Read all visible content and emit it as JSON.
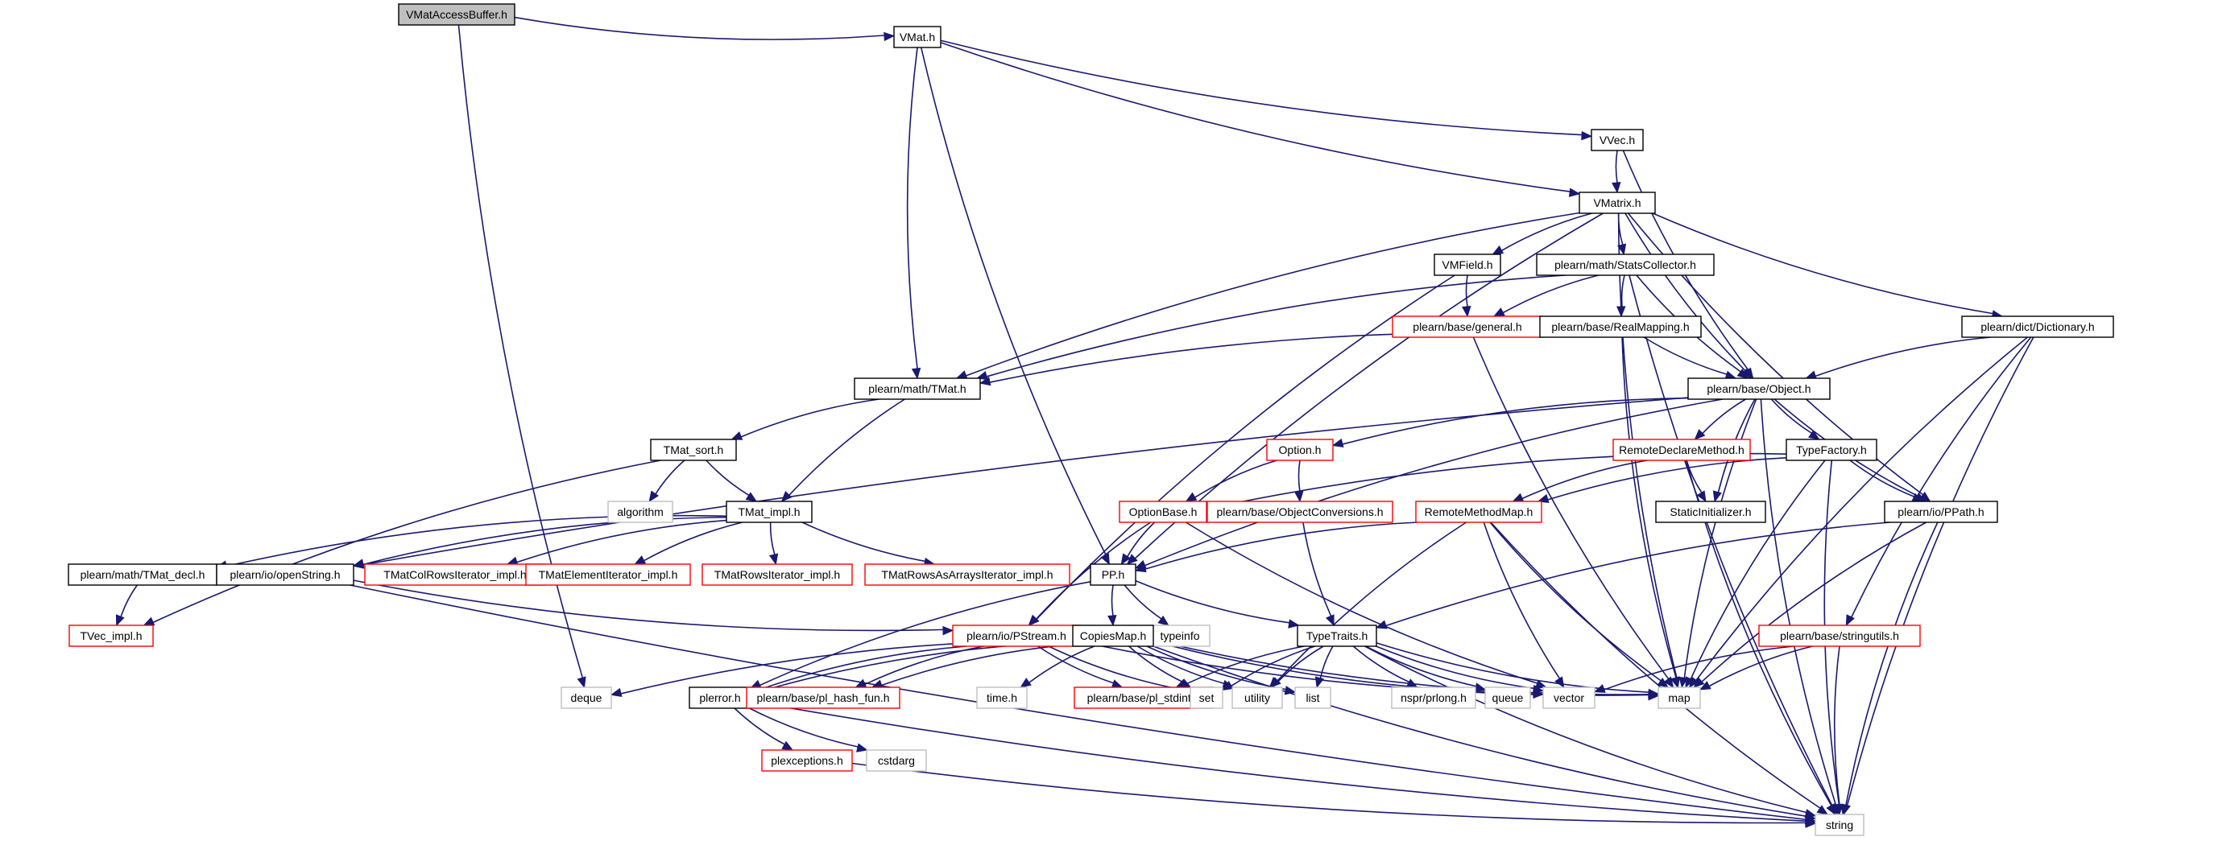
{
  "colors": {
    "edge": "#191970",
    "normal_border": "#000000",
    "missing_border": "#ff0000",
    "external_border": "#bfbfbf",
    "root_fill": "#bfbfbf",
    "fill": "#ffffff"
  },
  "nodes": [
    {
      "id": "vmataccessbuffer",
      "label": "VMatAccessBuffer.h",
      "kind": "root"
    },
    {
      "id": "vmat",
      "label": "VMat.h",
      "kind": "normal"
    },
    {
      "id": "vvec",
      "label": "VVec.h",
      "kind": "normal"
    },
    {
      "id": "vmatrix",
      "label": "VMatrix.h",
      "kind": "normal"
    },
    {
      "id": "vmfield",
      "label": "VMField.h",
      "kind": "normal"
    },
    {
      "id": "statscollector",
      "label": "plearn/math/StatsCollector.h",
      "kind": "normal"
    },
    {
      "id": "general",
      "label": "plearn/base/general.h",
      "kind": "missing"
    },
    {
      "id": "realmapping",
      "label": "plearn/base/RealMapping.h",
      "kind": "normal"
    },
    {
      "id": "dictionary",
      "label": "plearn/dict/Dictionary.h",
      "kind": "normal"
    },
    {
      "id": "tmat",
      "label": "plearn/math/TMat.h",
      "kind": "normal"
    },
    {
      "id": "object",
      "label": "plearn/base/Object.h",
      "kind": "normal"
    },
    {
      "id": "tmatsort",
      "label": "TMat_sort.h",
      "kind": "normal"
    },
    {
      "id": "algorithm",
      "label": "algorithm",
      "kind": "external"
    },
    {
      "id": "option",
      "label": "Option.h",
      "kind": "missing"
    },
    {
      "id": "remotedeclaremethod",
      "label": "RemoteDeclareMethod.h",
      "kind": "missing"
    },
    {
      "id": "typefactory",
      "label": "TypeFactory.h",
      "kind": "normal"
    },
    {
      "id": "staticinitializer",
      "label": "StaticInitializer.h",
      "kind": "normal"
    },
    {
      "id": "tmatimpl",
      "label": "TMat_impl.h",
      "kind": "normal"
    },
    {
      "id": "optionbase",
      "label": "OptionBase.h",
      "kind": "missing"
    },
    {
      "id": "objectconversions",
      "label": "plearn/base/ObjectConversions.h",
      "kind": "missing"
    },
    {
      "id": "remotemethodmap",
      "label": "RemoteMethodMap.h",
      "kind": "missing"
    },
    {
      "id": "ppath",
      "label": "plearn/io/PPath.h",
      "kind": "normal"
    },
    {
      "id": "tmatdecl",
      "label": "plearn/math/TMat_decl.h",
      "kind": "normal"
    },
    {
      "id": "openstring",
      "label": "plearn/io/openString.h",
      "kind": "normal"
    },
    {
      "id": "tmatcolrows",
      "label": "TMatColRowsIterator_impl.h",
      "kind": "missing"
    },
    {
      "id": "tmatelement",
      "label": "TMatElementIterator_impl.h",
      "kind": "missing"
    },
    {
      "id": "tmatrows",
      "label": "TMatRowsIterator_impl.h",
      "kind": "missing"
    },
    {
      "id": "tmatrowsasarrays",
      "label": "TMatRowsAsArraysIterator_impl.h",
      "kind": "missing"
    },
    {
      "id": "pp",
      "label": "PP.h",
      "kind": "normal"
    },
    {
      "id": "typeinfo",
      "label": "typeinfo",
      "kind": "external"
    },
    {
      "id": "tvecimpl",
      "label": "TVec_impl.h",
      "kind": "missing"
    },
    {
      "id": "pstream",
      "label": "plearn/io/PStream.h",
      "kind": "missing"
    },
    {
      "id": "copiesmap",
      "label": "CopiesMap.h",
      "kind": "normal"
    },
    {
      "id": "typetraits",
      "label": "TypeTraits.h",
      "kind": "normal"
    },
    {
      "id": "stringutils",
      "label": "plearn/base/stringutils.h",
      "kind": "missing"
    },
    {
      "id": "deque",
      "label": "deque",
      "kind": "external"
    },
    {
      "id": "plerror",
      "label": "plerror.h",
      "kind": "normal"
    },
    {
      "id": "plhashfun",
      "label": "plearn/base/pl_hash_fun.h",
      "kind": "missing"
    },
    {
      "id": "timeh",
      "label": "time.h",
      "kind": "external"
    },
    {
      "id": "plstdint",
      "label": "plearn/base/pl_stdint.h",
      "kind": "missing"
    },
    {
      "id": "set",
      "label": "set",
      "kind": "external"
    },
    {
      "id": "utility",
      "label": "utility",
      "kind": "external"
    },
    {
      "id": "list",
      "label": "list",
      "kind": "external"
    },
    {
      "id": "prlong",
      "label": "nspr/prlong.h",
      "kind": "external"
    },
    {
      "id": "queue",
      "label": "queue",
      "kind": "external"
    },
    {
      "id": "vector",
      "label": "vector",
      "kind": "external"
    },
    {
      "id": "map",
      "label": "map",
      "kind": "external"
    },
    {
      "id": "plexceptions",
      "label": "plexceptions.h",
      "kind": "missing"
    },
    {
      "id": "cstdarg",
      "label": "cstdarg",
      "kind": "external"
    },
    {
      "id": "string",
      "label": "string",
      "kind": "external"
    }
  ],
  "edges": [
    [
      "vmataccessbuffer",
      "vmat"
    ],
    [
      "vmataccessbuffer",
      "deque"
    ],
    [
      "vmat",
      "vvec"
    ],
    [
      "vmat",
      "vmatrix"
    ],
    [
      "vmat",
      "tmat"
    ],
    [
      "vmat",
      "pp"
    ],
    [
      "vvec",
      "vmatrix"
    ],
    [
      "vvec",
      "object"
    ],
    [
      "vmatrix",
      "vmfield"
    ],
    [
      "vmatrix",
      "statscollector"
    ],
    [
      "vmatrix",
      "dictionary"
    ],
    [
      "vmatrix",
      "object"
    ],
    [
      "vmatrix",
      "tmat"
    ],
    [
      "vmatrix",
      "pp"
    ],
    [
      "vmatrix",
      "ppath"
    ],
    [
      "vmatrix",
      "map"
    ],
    [
      "vmfield",
      "general"
    ],
    [
      "vmfield",
      "pstream"
    ],
    [
      "statscollector",
      "general"
    ],
    [
      "statscollector",
      "realmapping"
    ],
    [
      "statscollector",
      "object"
    ],
    [
      "statscollector",
      "tmat"
    ],
    [
      "statscollector",
      "string"
    ],
    [
      "general",
      "map"
    ],
    [
      "realmapping",
      "object"
    ],
    [
      "realmapping",
      "tmat"
    ],
    [
      "realmapping",
      "map"
    ],
    [
      "dictionary",
      "object"
    ],
    [
      "dictionary",
      "stringutils"
    ],
    [
      "dictionary",
      "map"
    ],
    [
      "dictionary",
      "string"
    ],
    [
      "tmat",
      "tmatsort"
    ],
    [
      "tmat",
      "tmatimpl"
    ],
    [
      "object",
      "option"
    ],
    [
      "object",
      "remotedeclaremethod"
    ],
    [
      "object",
      "typefactory"
    ],
    [
      "object",
      "staticinitializer"
    ],
    [
      "object",
      "ppath"
    ],
    [
      "object",
      "pp"
    ],
    [
      "object",
      "openstring"
    ],
    [
      "object",
      "map"
    ],
    [
      "object",
      "string"
    ],
    [
      "tmatsort",
      "algorithm"
    ],
    [
      "tmatsort",
      "tmatimpl"
    ],
    [
      "tmatsort",
      "tvecimpl"
    ],
    [
      "option",
      "optionbase"
    ],
    [
      "option",
      "objectconversions"
    ],
    [
      "remotedeclaremethod",
      "staticinitializer"
    ],
    [
      "remotedeclaremethod",
      "remotemethodmap"
    ],
    [
      "remotedeclaremethod",
      "string"
    ],
    [
      "typefactory",
      "optionbase"
    ],
    [
      "typefactory",
      "remotemethodmap"
    ],
    [
      "typefactory",
      "ppath"
    ],
    [
      "typefactory",
      "map"
    ],
    [
      "typefactory",
      "string"
    ],
    [
      "tmatimpl",
      "tmatdecl"
    ],
    [
      "tmatimpl",
      "openstring"
    ],
    [
      "tmatimpl",
      "tmatcolrows"
    ],
    [
      "tmatimpl",
      "tmatelement"
    ],
    [
      "tmatimpl",
      "tmatrows"
    ],
    [
      "tmatimpl",
      "tmatrowsasarrays"
    ],
    [
      "optionbase",
      "pp"
    ],
    [
      "optionbase",
      "pstream"
    ],
    [
      "optionbase",
      "vector"
    ],
    [
      "objectconversions",
      "typetraits"
    ],
    [
      "remotemethodmap",
      "pp"
    ],
    [
      "remotemethodmap",
      "map"
    ],
    [
      "remotemethodmap",
      "vector"
    ],
    [
      "remotemethodmap",
      "utility"
    ],
    [
      "remotemethodmap",
      "string"
    ],
    [
      "ppath",
      "typetraits"
    ],
    [
      "ppath",
      "map"
    ],
    [
      "ppath",
      "string"
    ],
    [
      "tmatdecl",
      "tvecimpl"
    ],
    [
      "openstring",
      "pstream"
    ],
    [
      "openstring",
      "string"
    ],
    [
      "pp",
      "copiesmap"
    ],
    [
      "pp",
      "typeinfo"
    ],
    [
      "pp",
      "typetraits"
    ],
    [
      "pp",
      "plerror"
    ],
    [
      "pstream",
      "plerror"
    ],
    [
      "pstream",
      "plhashfun"
    ],
    [
      "pstream",
      "plstdint"
    ],
    [
      "pstream",
      "set"
    ],
    [
      "pstream",
      "map"
    ],
    [
      "copiesmap",
      "map"
    ],
    [
      "copiesmap",
      "deque"
    ],
    [
      "copiesmap",
      "set"
    ],
    [
      "copiesmap",
      "utility"
    ],
    [
      "copiesmap",
      "list"
    ],
    [
      "copiesmap",
      "vector"
    ],
    [
      "copiesmap",
      "timeh"
    ],
    [
      "copiesmap",
      "plerror"
    ],
    [
      "copiesmap",
      "plhashfun"
    ],
    [
      "copiesmap",
      "string"
    ],
    [
      "typetraits",
      "plstdint"
    ],
    [
      "typetraits",
      "set"
    ],
    [
      "typetraits",
      "utility"
    ],
    [
      "typetraits",
      "list"
    ],
    [
      "typetraits",
      "prlong"
    ],
    [
      "typetraits",
      "queue"
    ],
    [
      "typetraits",
      "vector"
    ],
    [
      "typetraits",
      "map"
    ],
    [
      "typetraits",
      "string"
    ],
    [
      "stringutils",
      "vector"
    ],
    [
      "stringutils",
      "map"
    ],
    [
      "stringutils",
      "string"
    ],
    [
      "plerror",
      "plexceptions"
    ],
    [
      "plerror",
      "cstdarg"
    ],
    [
      "plerror",
      "string"
    ],
    [
      "plexceptions",
      "string"
    ]
  ]
}
